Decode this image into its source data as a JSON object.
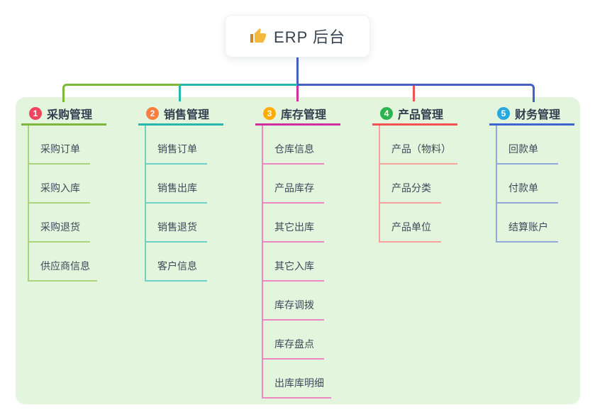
{
  "root": {
    "label": "ERP 后台",
    "icon": "thumbs-up-icon"
  },
  "connector": {
    "stem_color": "#4a5fc6",
    "bus_color": "#4a5fc6"
  },
  "colors": {
    "canvas_bg": "#ffffff",
    "panel_bg": "#e4f5de",
    "branch_label_text": "#323e4e",
    "child_text": "#3d4a59",
    "root_text": "#36424f",
    "thumb_icon": "#f5b83d"
  },
  "branches": [
    {
      "num": "1",
      "label": "采购管理",
      "badge_color": "#f1445f",
      "line_color": "#7db83a",
      "light_color": "#a9d37c",
      "children": [
        "采购订单",
        "采购入库",
        "采购退货",
        "供应商信息"
      ]
    },
    {
      "num": "2",
      "label": "销售管理",
      "badge_color": "#fb7e3f",
      "line_color": "#27b7ac",
      "light_color": "#6fd2c7",
      "children": [
        "销售订单",
        "销售出库",
        "销售退货",
        "客户信息"
      ]
    },
    {
      "num": "3",
      "label": "库存管理",
      "badge_color": "#ffac04",
      "line_color": "#d0309f",
      "light_color": "#ee86c4",
      "children": [
        "仓库信息",
        "产品库存",
        "其它出库",
        "其它入库",
        "库存调拨",
        "库存盘点",
        "出库库明细"
      ]
    },
    {
      "num": "4",
      "label": "产品管理",
      "badge_color": "#2db44e",
      "line_color": "#f25352",
      "light_color": "#f8a29e",
      "children": [
        "产品（物料）",
        "产品分类",
        "产品单位"
      ]
    },
    {
      "num": "5",
      "label": "财务管理",
      "badge_color": "#29a8e0",
      "line_color": "#3f66d0",
      "light_color": "#93a9de",
      "children": [
        "回款单",
        "付款单",
        "结算账户"
      ]
    }
  ]
}
